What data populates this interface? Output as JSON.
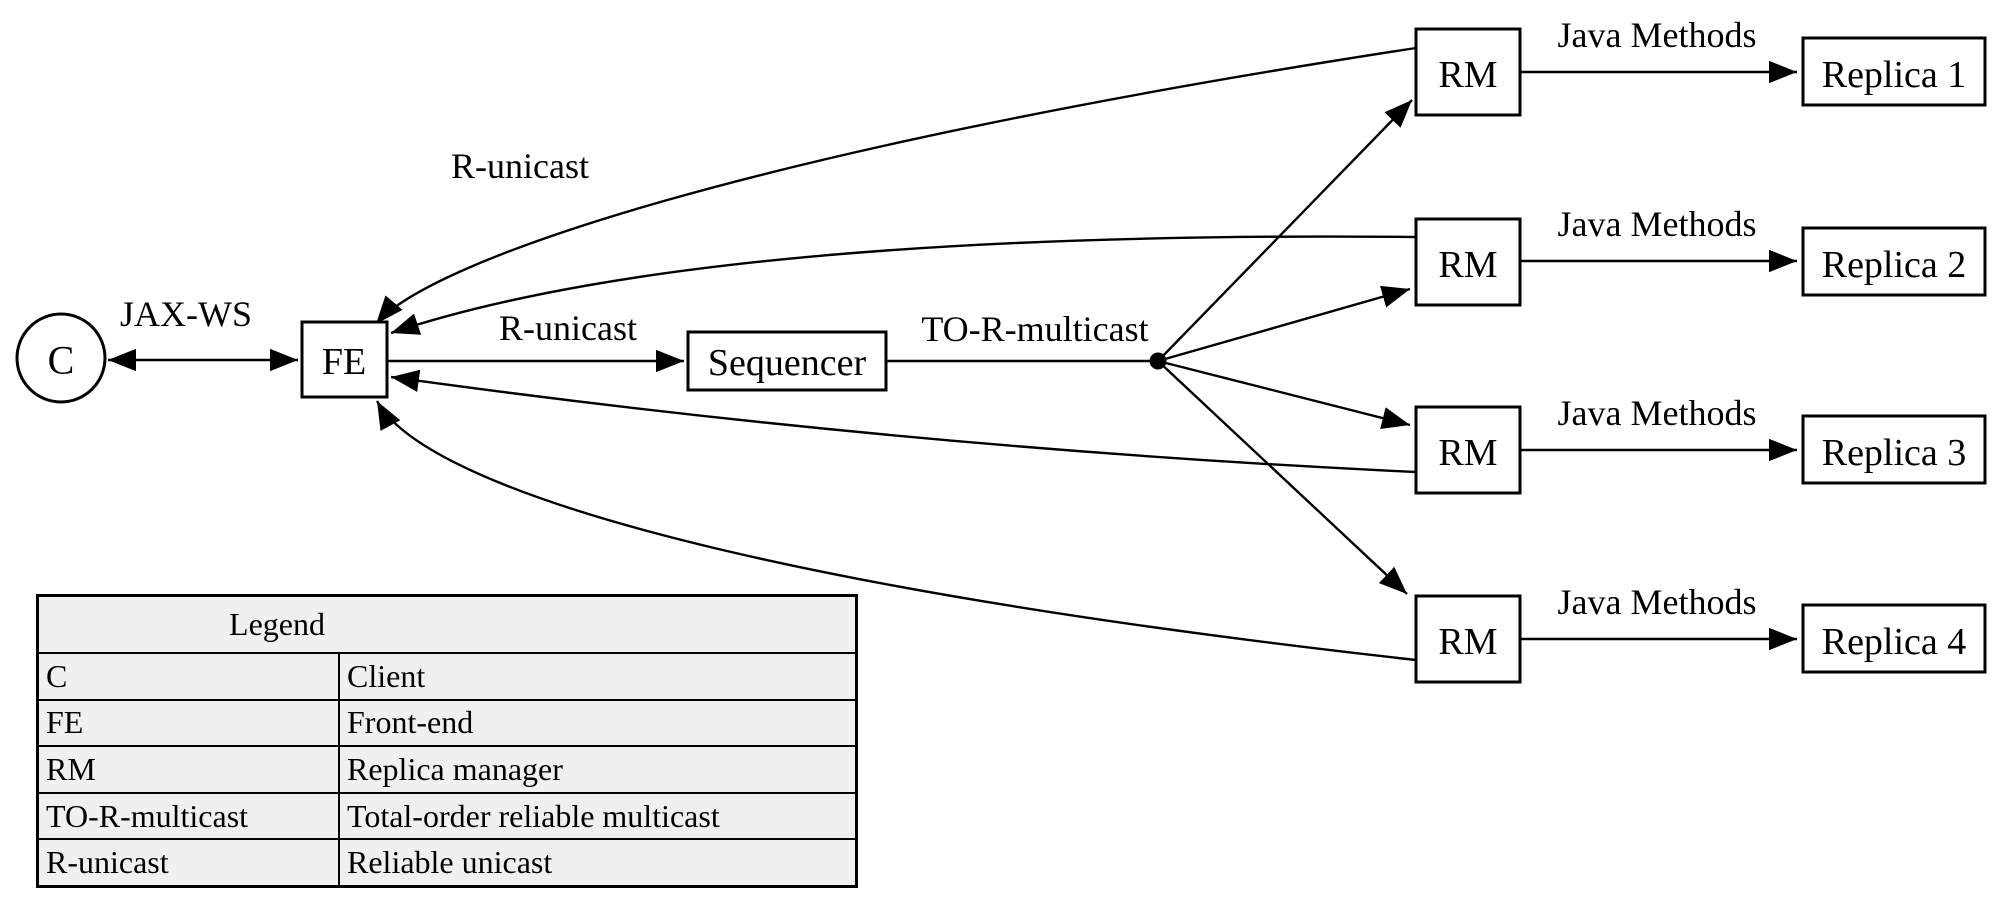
{
  "diagram": {
    "nodes": {
      "client": "C",
      "front_end": "FE",
      "sequencer": "Sequencer",
      "rm": "RM",
      "replicas": [
        "Replica 1",
        "Replica 2",
        "Replica 3",
        "Replica 4"
      ]
    },
    "edge_labels": {
      "jax_ws": "JAX-WS",
      "r_unicast_top": "R-unicast",
      "r_unicast_mid": "R-unicast",
      "to_r_multicast": "TO-R-multicast",
      "java_methods": "Java Methods"
    },
    "colors": {
      "line": "#000000",
      "node_fill": "#ffffff",
      "legend_fill": "#f0f0f0"
    }
  },
  "legend": {
    "title": "Legend",
    "rows": [
      {
        "term": "C",
        "description": "Client"
      },
      {
        "term": "FE",
        "description": "Front-end"
      },
      {
        "term": "RM",
        "description": "Replica manager"
      },
      {
        "term": "TO-R-multicast",
        "description": "Total-order reliable multicast"
      },
      {
        "term": "R-unicast",
        "description": "Reliable unicast"
      }
    ]
  }
}
